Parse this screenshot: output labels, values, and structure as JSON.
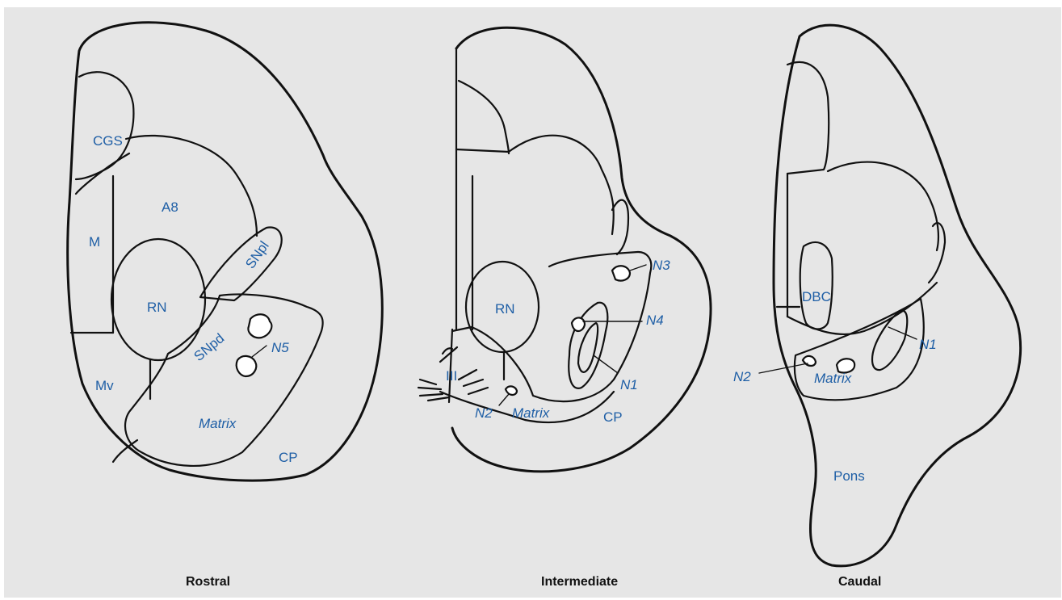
{
  "panels": [
    {
      "caption": "Rostral",
      "labels": {
        "cgs": "CGS",
        "a8": "A8",
        "m": "M",
        "rn": "RN",
        "snpl": "SNpl",
        "snpd": "SNpd",
        "n5": "N5",
        "mv": "Mv",
        "matrix": "Matrix",
        "cp": "CP"
      }
    },
    {
      "caption": "Intermediate",
      "labels": {
        "n3": "N3",
        "rn": "RN",
        "n4": "N4",
        "iii": "III",
        "n1": "N1",
        "n2": "N2",
        "matrix": "Matrix",
        "cp": "CP"
      }
    },
    {
      "caption": "Caudal",
      "labels": {
        "dbc": "DBC",
        "n1": "N1",
        "n2": "N2",
        "matrix": "Matrix",
        "pons": "Pons"
      }
    }
  ],
  "colors": {
    "background": "#e6e6e6",
    "label": "#1f5fa6",
    "line": "#111111"
  }
}
